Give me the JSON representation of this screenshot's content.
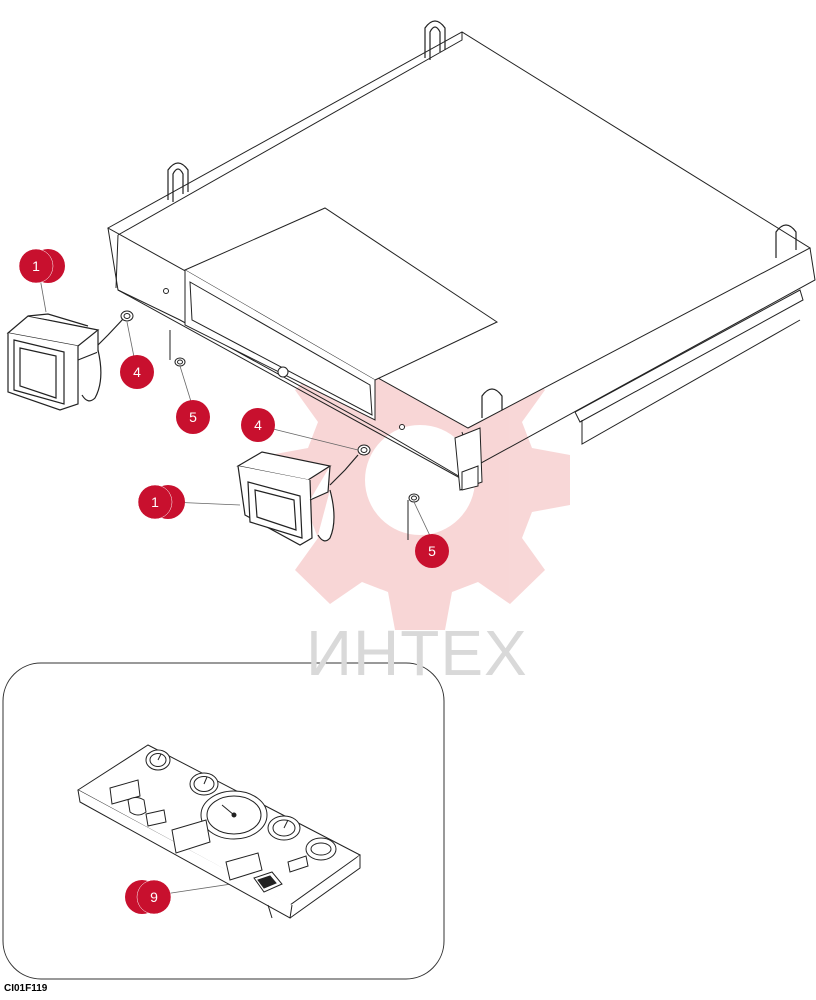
{
  "figure_code": "CI01F119",
  "watermark": {
    "text": "ИНТЕХ"
  },
  "callouts": {
    "c1a": "1",
    "c1b": "1",
    "c4a": "4",
    "c4b": "4",
    "c5a": "5",
    "c5b": "5",
    "c9": "9"
  },
  "colors": {
    "callout": "#c8102e",
    "watermark": "#f2b8b8",
    "line": "#222222"
  }
}
